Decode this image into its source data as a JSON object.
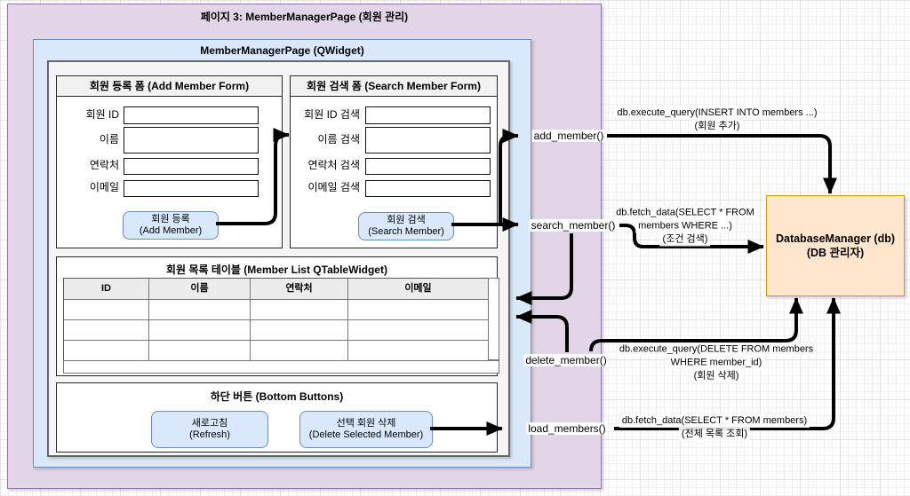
{
  "page": {
    "title": "페이지 3: MemberManagerPage (회원 관리)"
  },
  "widget": {
    "title": "MemberManagerPage (QWidget)"
  },
  "add_form": {
    "title": "회원 등록 폼 (Add Member Form)",
    "fields": [
      "회원 ID",
      "이름",
      "연락처",
      "이메일"
    ],
    "button": {
      "line1": "회원 등록",
      "line2": "(Add Member)"
    }
  },
  "search_form": {
    "title": "회원 검색 폼 (Search Member Form)",
    "fields": [
      "회원 ID 검색",
      "이름 검색",
      "연락처 검색",
      "이메일 검색"
    ],
    "button": {
      "line1": "회원 검색",
      "line2": "(Search Member)"
    }
  },
  "table": {
    "title": "회원 목록 테이블 (Member List QTableWidget)",
    "headers": [
      "ID",
      "이름",
      "연락처",
      "이메일"
    ],
    "empty_rows": 3
  },
  "bottom": {
    "title": "하단 버튼 (Bottom Buttons)",
    "refresh_button": {
      "line1": "새로고침",
      "line2": "(Refresh)"
    },
    "delete_button": {
      "line1": "선택 회원 삭제",
      "line2": "(Delete Selected Member)"
    }
  },
  "db": {
    "line1": "DatabaseManager (db)",
    "line2": "(DB 관리자)"
  },
  "methods": {
    "add": "add_member()",
    "search": "search_member()",
    "delete": "delete_member()",
    "load": "load_members()"
  },
  "annotations": {
    "insert": {
      "lines": [
        "db.execute_query(INSERT INTO members ...)",
        "(회원 추가)"
      ]
    },
    "select_where": {
      "lines": [
        "db.fetch_data(SELECT * FROM",
        "members WHERE ...)",
        "(조건 검색)"
      ]
    },
    "delete_query": {
      "lines": [
        "db.execute_query(DELETE FROM members",
        "WHERE member_id)",
        "(회원 삭제)"
      ]
    },
    "select_all": {
      "lines": [
        "db.fetch_data(SELECT * FROM members)",
        "(전체 목록 조회)"
      ]
    }
  },
  "colors": {
    "page_fill": "#E1D5E7",
    "page_border": "#9673A6",
    "widget_fill": "#DAE8FC",
    "widget_border": "#6C8EBF",
    "content_fill": "#F5F5F5",
    "db_fill": "#FFE6CC",
    "db_border": "#D79B00",
    "arrow": "#000000"
  }
}
